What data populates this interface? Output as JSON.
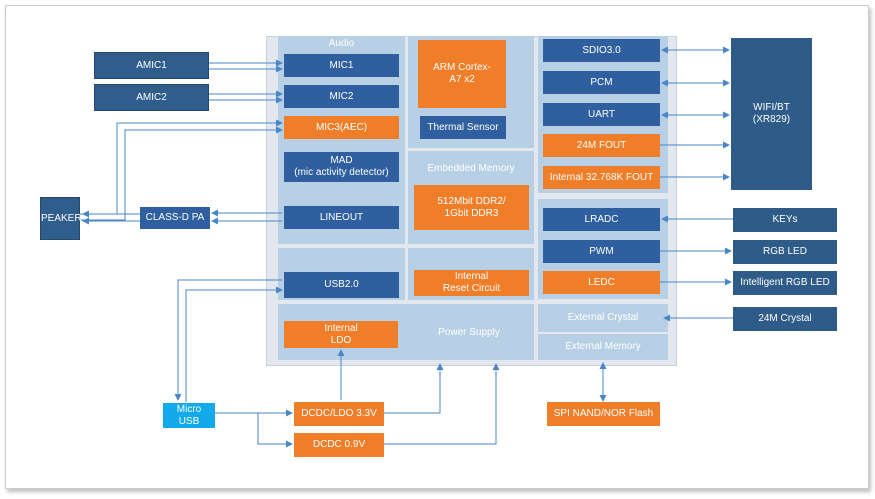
{
  "colors": {
    "external_blocks": "#2e5b88",
    "internal_blocks": "#2f5f9e",
    "orange_blocks": "#f07d28",
    "usb_connector": "#13aaeb",
    "panels": "#b8d0e6",
    "arrows": "#4a86c5"
  },
  "external_left": {
    "amic1": "AMIC1",
    "amic2": "AMIC2",
    "speaker": "PEAKER",
    "class_d_pa": "CLASS-D PA",
    "micro_usb": "Micro\nUSB"
  },
  "audio": {
    "title": "Audio",
    "mic1": "MIC1",
    "mic2": "MIC2",
    "mic3": "MIC3(AEC)",
    "mad": "MAD\n(mic activity detector)",
    "lineout": "LINEOUT"
  },
  "cpu": {
    "arm": "ARM Cortex-\nA7 x2",
    "thermal": "Thermal Sensor"
  },
  "memory": {
    "title": "Embedded Memory",
    "ddr": "512Mbit DDR2/\n1Gbit DDR3"
  },
  "usb": {
    "usb20": "USB2.0"
  },
  "reset": {
    "label": "Internal\nReset Circuit"
  },
  "power": {
    "title": "Power Supply",
    "ldo": "Internal\nLDO"
  },
  "peripherals": {
    "sdio": "SDIO3.0",
    "pcm": "PCM",
    "uart": "UART",
    "fout24": "24M FOUT",
    "fout32": "Internal 32.768K FOUT",
    "lradc": "LRADC",
    "pwm": "PWM",
    "ledc": "LEDC",
    "ext_crystal": "External Crystal",
    "ext_memory": "External Memory"
  },
  "external_right": {
    "wifi": "WIFI/BT\n(XR829)",
    "keys": "KEYs",
    "rgb_led": "RGB LED",
    "intelligent_rgb": "Intelligent RGB LED",
    "crystal24": "24M Crystal"
  },
  "external_bottom": {
    "dcdc33": "DCDC/LDO 3.3V",
    "dcdc09": "DCDC 0.9V",
    "spi_flash": "SPI NAND/NOR Flash"
  }
}
